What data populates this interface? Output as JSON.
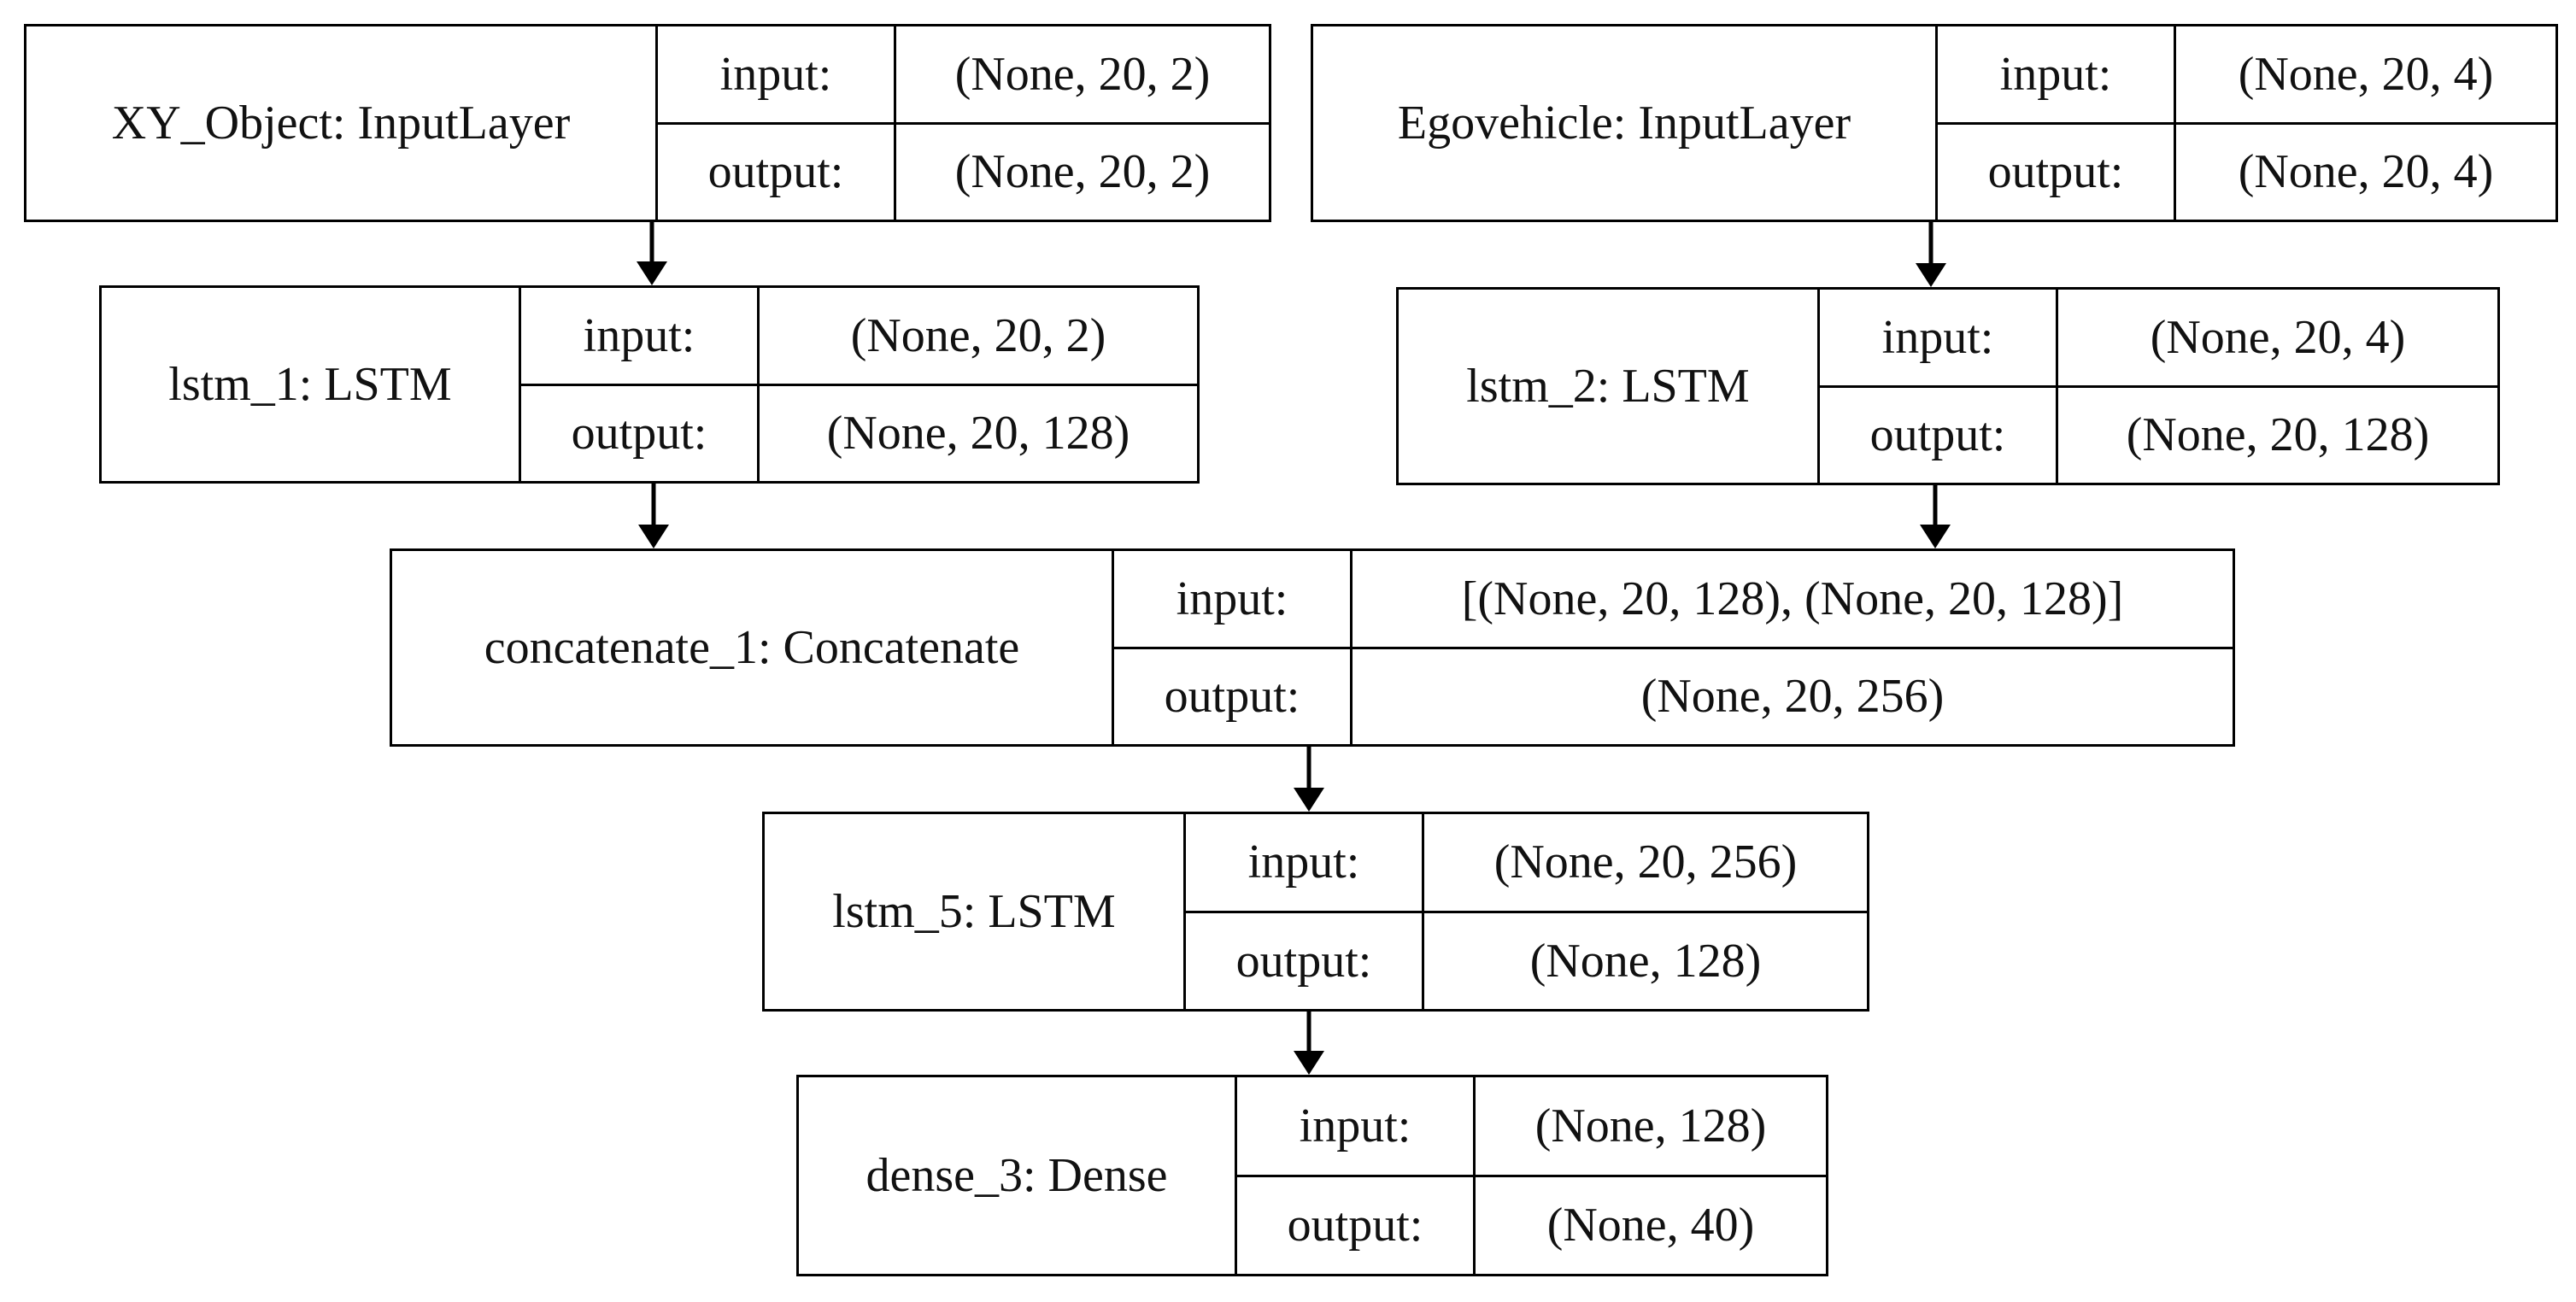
{
  "diagram": {
    "edge_color": "#000000",
    "nodes": [
      {
        "id": "xy_object",
        "label": "XY_Object: InputLayer",
        "input_key": "input:",
        "input": "(None, 20, 2)",
        "output_key": "output:",
        "output": "(None, 20, 2)"
      },
      {
        "id": "egovehicle",
        "label": "Egovehicle: InputLayer",
        "input_key": "input:",
        "input": "(None, 20, 4)",
        "output_key": "output:",
        "output": "(None, 20, 4)"
      },
      {
        "id": "lstm_1",
        "label": "lstm_1: LSTM",
        "input_key": "input:",
        "input": "(None, 20, 2)",
        "output_key": "output:",
        "output": "(None, 20, 128)"
      },
      {
        "id": "lstm_2",
        "label": "lstm_2: LSTM",
        "input_key": "input:",
        "input": "(None, 20, 4)",
        "output_key": "output:",
        "output": "(None, 20, 128)"
      },
      {
        "id": "concatenate_1",
        "label": "concatenate_1: Concatenate",
        "input_key": "input:",
        "input": "[(None, 20, 128), (None, 20, 128)]",
        "output_key": "output:",
        "output": "(None, 20, 256)"
      },
      {
        "id": "lstm_5",
        "label": "lstm_5: LSTM",
        "input_key": "input:",
        "input": "(None, 20, 256)",
        "output_key": "output:",
        "output": "(None, 128)"
      },
      {
        "id": "dense_3",
        "label": "dense_3: Dense",
        "input_key": "input:",
        "input": "(None, 128)",
        "output_key": "output:",
        "output": "(None, 40)"
      }
    ],
    "edges": [
      {
        "from": "xy_object",
        "to": "lstm_1"
      },
      {
        "from": "egovehicle",
        "to": "lstm_2"
      },
      {
        "from": "lstm_1",
        "to": "concatenate_1"
      },
      {
        "from": "lstm_2",
        "to": "concatenate_1"
      },
      {
        "from": "concatenate_1",
        "to": "lstm_5"
      },
      {
        "from": "lstm_5",
        "to": "dense_3"
      }
    ]
  }
}
